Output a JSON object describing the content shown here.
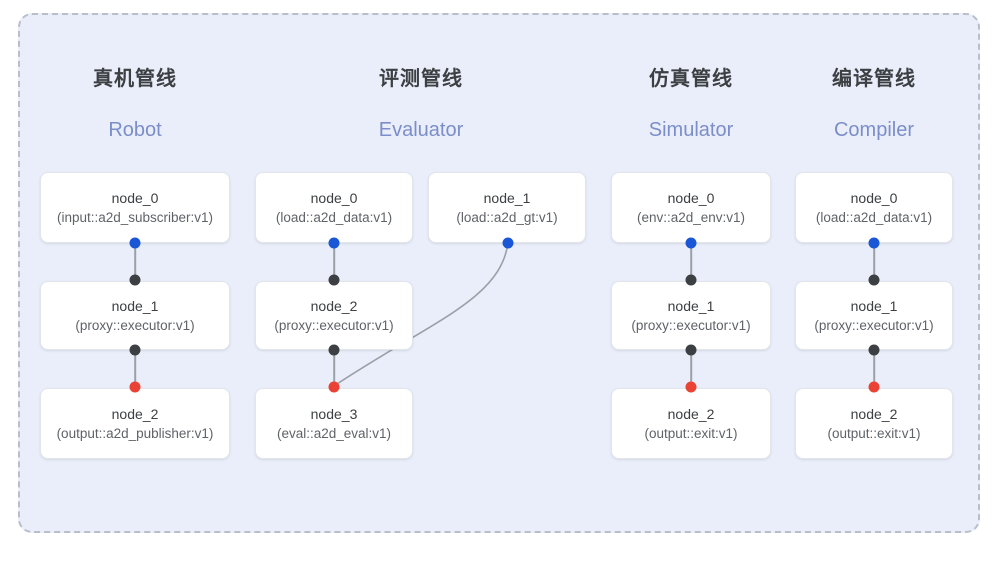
{
  "diagram": {
    "title_visible": false,
    "background_color": "#e9eefa",
    "border_style": "dashed",
    "border_color": "#b9bec9"
  },
  "palette": {
    "card_bg": "#ffffff",
    "card_border": "#e2e5ea",
    "port_output_blue": "#1a57d6",
    "port_dark": "#3c4043",
    "port_input_red": "#ea4335",
    "edge_line": "#9aa0a6",
    "title_color": "#3c4043",
    "subtitle_color": "#7b8ec9"
  },
  "columns": [
    {
      "id": "robot",
      "title": "真机管线",
      "subtitle": "Robot",
      "nodes": [
        {
          "id": "node_0",
          "type": "(input::a2d_subscriber:v1)"
        },
        {
          "id": "node_1",
          "type": "(proxy::executor:v1)"
        },
        {
          "id": "node_2",
          "type": "(output::a2d_publisher:v1)"
        }
      ]
    },
    {
      "id": "evaluator",
      "title": "评测管线",
      "subtitle": "Evaluator",
      "nodes": [
        {
          "id": "node_0",
          "type": "(load::a2d_data:v1)"
        },
        {
          "id": "node_1",
          "type": "(load::a2d_gt:v1)"
        },
        {
          "id": "node_2",
          "type": "(proxy::executor:v1)"
        },
        {
          "id": "node_3",
          "type": "(eval::a2d_eval:v1)"
        }
      ]
    },
    {
      "id": "simulator",
      "title": "仿真管线",
      "subtitle": "Simulator",
      "nodes": [
        {
          "id": "node_0",
          "type": "(env::a2d_env:v1)"
        },
        {
          "id": "node_1",
          "type": "(proxy::executor:v1)"
        },
        {
          "id": "node_2",
          "type": "(output::exit:v1)"
        }
      ]
    },
    {
      "id": "compiler",
      "title": "编译管线",
      "subtitle": "Compiler",
      "nodes": [
        {
          "id": "node_0",
          "type": "(load::a2d_data:v1)"
        },
        {
          "id": "node_1",
          "type": "(proxy::executor:v1)"
        },
        {
          "id": "node_2",
          "type": "(output::exit:v1)"
        }
      ]
    }
  ]
}
